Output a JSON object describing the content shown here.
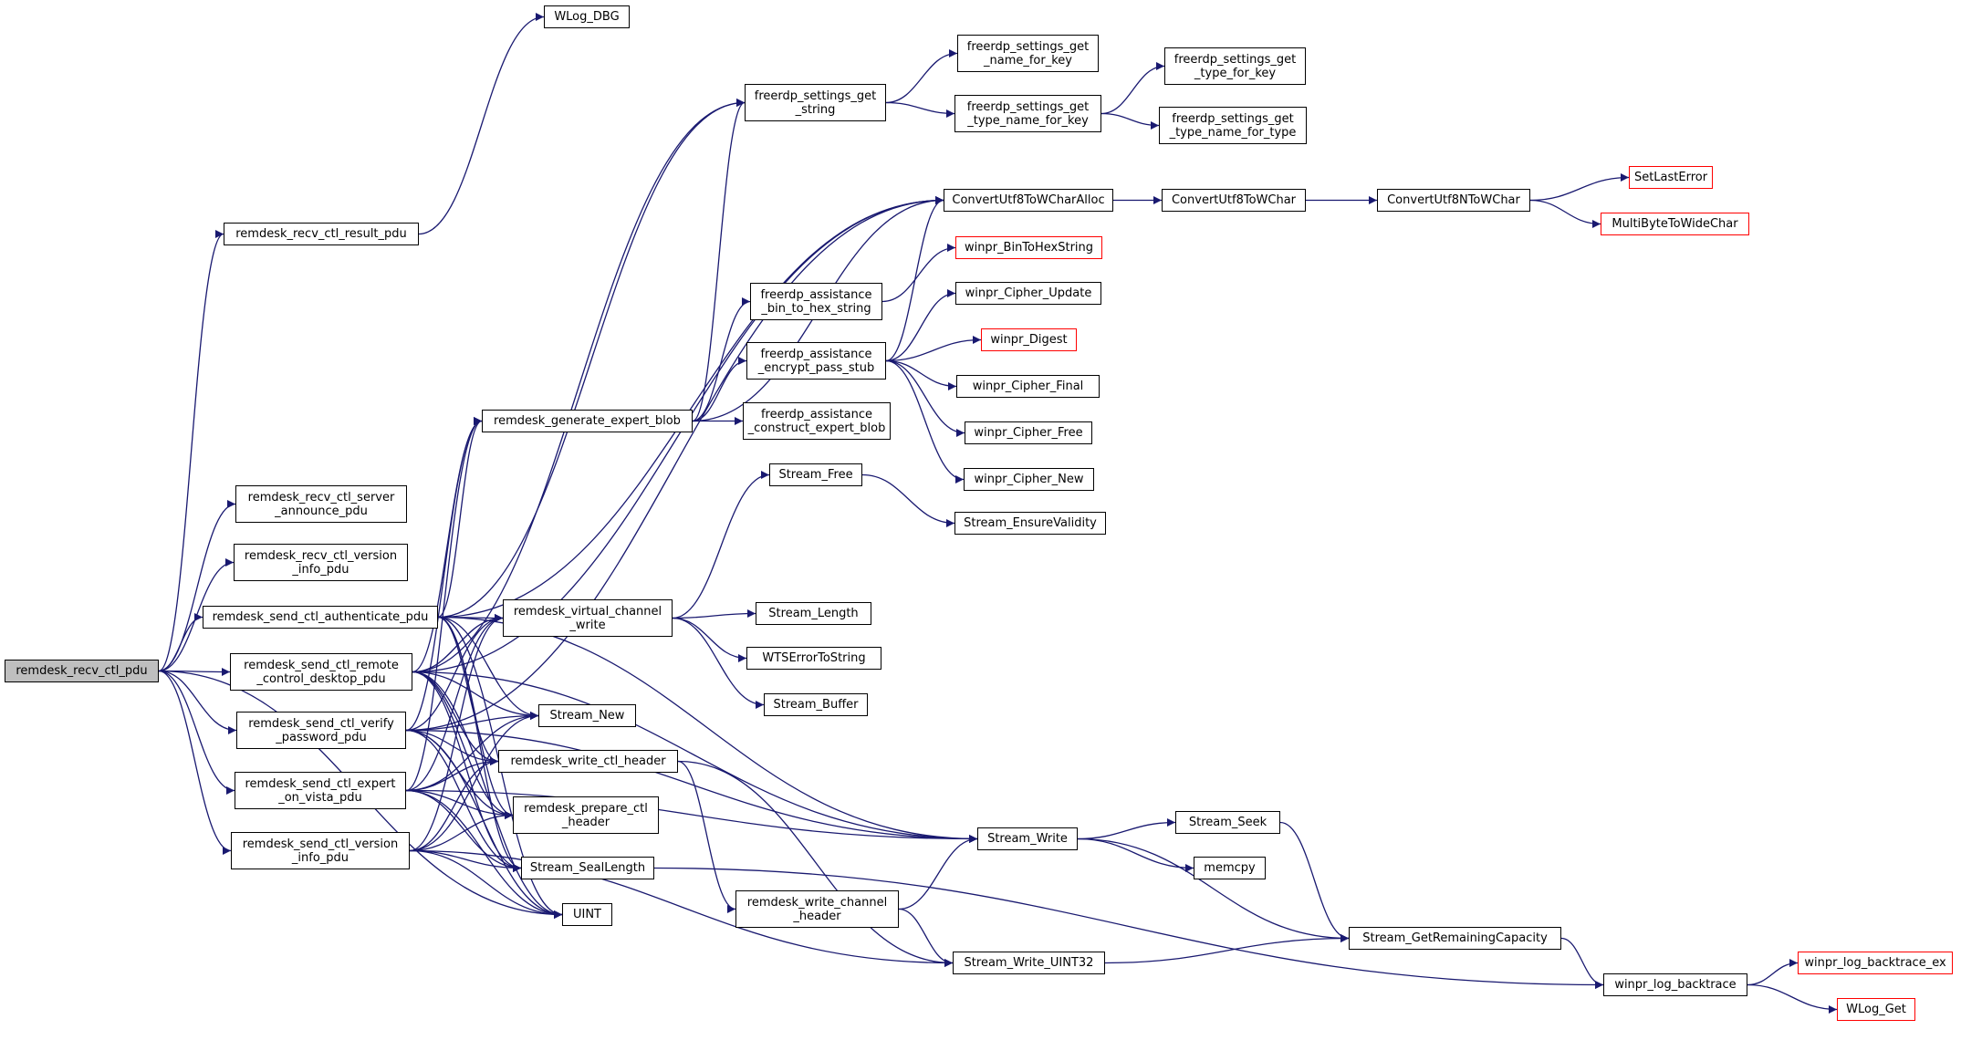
{
  "diagram": {
    "edge_color": "#191970",
    "truncated_border_color": "#ff0000",
    "root_fill": "#bfbfbf",
    "nodes": [
      {
        "id": "remdesk_recv_ctl_pdu",
        "label": "remdesk_recv_ctl_pdu",
        "style": "root"
      },
      {
        "id": "WLog_DBG",
        "label": "WLog_DBG"
      },
      {
        "id": "remdesk_recv_ctl_result_pdu",
        "label": "remdesk_recv_ctl_result_pdu"
      },
      {
        "id": "freerdp_settings_get_name_for_key",
        "label": "freerdp_settings_get\n_name_for_key"
      },
      {
        "id": "freerdp_settings_get_type_for_key",
        "label": "freerdp_settings_get\n_type_for_key"
      },
      {
        "id": "freerdp_settings_get_string",
        "label": "freerdp_settings_get\n_string"
      },
      {
        "id": "freerdp_settings_get_type_name_for_key",
        "label": "freerdp_settings_get\n_type_name_for_key"
      },
      {
        "id": "freerdp_settings_get_type_name_for_type",
        "label": "freerdp_settings_get\n_type_name_for_type"
      },
      {
        "id": "SetLastError",
        "label": "SetLastError",
        "style": "trunc"
      },
      {
        "id": "ConvertUtf8ToWCharAlloc",
        "label": "ConvertUtf8ToWCharAlloc"
      },
      {
        "id": "ConvertUtf8ToWChar",
        "label": "ConvertUtf8ToWChar"
      },
      {
        "id": "ConvertUtf8NToWChar",
        "label": "ConvertUtf8NToWChar"
      },
      {
        "id": "MultiByteToWideChar",
        "label": "MultiByteToWideChar",
        "style": "trunc"
      },
      {
        "id": "winpr_BinToHexString",
        "label": "winpr_BinToHexString",
        "style": "trunc"
      },
      {
        "id": "freerdp_assistance_bin_to_hex_string",
        "label": "freerdp_assistance\n_bin_to_hex_string"
      },
      {
        "id": "winpr_Cipher_Update",
        "label": "winpr_Cipher_Update"
      },
      {
        "id": "winpr_Digest",
        "label": "winpr_Digest",
        "style": "trunc"
      },
      {
        "id": "freerdp_assistance_encrypt_pass_stub",
        "label": "freerdp_assistance\n_encrypt_pass_stub"
      },
      {
        "id": "winpr_Cipher_Final",
        "label": "winpr_Cipher_Final"
      },
      {
        "id": "remdesk_generate_expert_blob",
        "label": "remdesk_generate_expert_blob"
      },
      {
        "id": "freerdp_assistance_construct_expert_blob",
        "label": "freerdp_assistance\n_construct_expert_blob"
      },
      {
        "id": "winpr_Cipher_Free",
        "label": "winpr_Cipher_Free"
      },
      {
        "id": "winpr_Cipher_New",
        "label": "winpr_Cipher_New"
      },
      {
        "id": "Stream_Free",
        "label": "Stream_Free"
      },
      {
        "id": "remdesk_recv_ctl_server_announce_pdu",
        "label": "remdesk_recv_ctl_server\n_announce_pdu"
      },
      {
        "id": "Stream_EnsureValidity",
        "label": "Stream_EnsureValidity"
      },
      {
        "id": "remdesk_recv_ctl_version_info_pdu",
        "label": "remdesk_recv_ctl_version\n_info_pdu"
      },
      {
        "id": "remdesk_send_ctl_authenticate_pdu",
        "label": "remdesk_send_ctl_authenticate_pdu"
      },
      {
        "id": "remdesk_virtual_channel_write",
        "label": "remdesk_virtual_channel\n_write"
      },
      {
        "id": "Stream_Length",
        "label": "Stream_Length"
      },
      {
        "id": "WTSErrorToString",
        "label": "WTSErrorToString"
      },
      {
        "id": "remdesk_send_ctl_remote_control_desktop_pdu",
        "label": "remdesk_send_ctl_remote\n_control_desktop_pdu"
      },
      {
        "id": "Stream_Buffer",
        "label": "Stream_Buffer"
      },
      {
        "id": "remdesk_send_ctl_verify_password_pdu",
        "label": "remdesk_send_ctl_verify\n_password_pdu"
      },
      {
        "id": "Stream_New",
        "label": "Stream_New"
      },
      {
        "id": "remdesk_write_ctl_header",
        "label": "remdesk_write_ctl_header"
      },
      {
        "id": "remdesk_send_ctl_expert_on_vista_pdu",
        "label": "remdesk_send_ctl_expert\n_on_vista_pdu"
      },
      {
        "id": "remdesk_prepare_ctl_header",
        "label": "remdesk_prepare_ctl\n_header"
      },
      {
        "id": "Stream_Seek",
        "label": "Stream_Seek"
      },
      {
        "id": "remdesk_send_ctl_version_info_pdu",
        "label": "remdesk_send_ctl_version\n_info_pdu"
      },
      {
        "id": "Stream_Write",
        "label": "Stream_Write"
      },
      {
        "id": "memcpy",
        "label": "memcpy"
      },
      {
        "id": "Stream_SealLength",
        "label": "Stream_SealLength"
      },
      {
        "id": "remdesk_write_channel_header",
        "label": "remdesk_write_channel\n_header"
      },
      {
        "id": "UINT",
        "label": "UINT"
      },
      {
        "id": "Stream_GetRemainingCapacity",
        "label": "Stream_GetRemainingCapacity"
      },
      {
        "id": "winpr_log_backtrace_ex",
        "label": "winpr_log_backtrace_ex",
        "style": "trunc"
      },
      {
        "id": "Stream_Write_UINT32",
        "label": "Stream_Write_UINT32"
      },
      {
        "id": "winpr_log_backtrace",
        "label": "winpr_log_backtrace"
      },
      {
        "id": "WLog_Get",
        "label": "WLog_Get",
        "style": "trunc"
      }
    ],
    "edges": [
      [
        "remdesk_recv_ctl_pdu",
        "remdesk_recv_ctl_result_pdu"
      ],
      [
        "remdesk_recv_ctl_pdu",
        "remdesk_recv_ctl_server_announce_pdu"
      ],
      [
        "remdesk_recv_ctl_pdu",
        "remdesk_recv_ctl_version_info_pdu"
      ],
      [
        "remdesk_recv_ctl_pdu",
        "remdesk_send_ctl_authenticate_pdu"
      ],
      [
        "remdesk_recv_ctl_pdu",
        "remdesk_send_ctl_remote_control_desktop_pdu"
      ],
      [
        "remdesk_recv_ctl_pdu",
        "remdesk_send_ctl_verify_password_pdu"
      ],
      [
        "remdesk_recv_ctl_pdu",
        "remdesk_send_ctl_expert_on_vista_pdu"
      ],
      [
        "remdesk_recv_ctl_pdu",
        "remdesk_send_ctl_version_info_pdu"
      ],
      [
        "remdesk_recv_ctl_pdu",
        "UINT"
      ],
      [
        "remdesk_recv_ctl_result_pdu",
        "WLog_DBG"
      ],
      [
        "remdesk_send_ctl_authenticate_pdu",
        "freerdp_settings_get_string"
      ],
      [
        "remdesk_send_ctl_authenticate_pdu",
        "ConvertUtf8ToWCharAlloc"
      ],
      [
        "remdesk_send_ctl_authenticate_pdu",
        "remdesk_generate_expert_blob"
      ],
      [
        "remdesk_send_ctl_authenticate_pdu",
        "remdesk_virtual_channel_write"
      ],
      [
        "remdesk_send_ctl_authenticate_pdu",
        "Stream_New"
      ],
      [
        "remdesk_send_ctl_authenticate_pdu",
        "remdesk_write_ctl_header"
      ],
      [
        "remdesk_send_ctl_authenticate_pdu",
        "remdesk_prepare_ctl_header"
      ],
      [
        "remdesk_send_ctl_authenticate_pdu",
        "Stream_SealLength"
      ],
      [
        "remdesk_send_ctl_authenticate_pdu",
        "Stream_Write"
      ],
      [
        "remdesk_send_ctl_authenticate_pdu",
        "UINT"
      ],
      [
        "remdesk_send_ctl_remote_control_desktop_pdu",
        "freerdp_settings_get_string"
      ],
      [
        "remdesk_send_ctl_remote_control_desktop_pdu",
        "ConvertUtf8ToWCharAlloc"
      ],
      [
        "remdesk_send_ctl_remote_control_desktop_pdu",
        "remdesk_generate_expert_blob"
      ],
      [
        "remdesk_send_ctl_remote_control_desktop_pdu",
        "remdesk_virtual_channel_write"
      ],
      [
        "remdesk_send_ctl_remote_control_desktop_pdu",
        "Stream_New"
      ],
      [
        "remdesk_send_ctl_remote_control_desktop_pdu",
        "remdesk_write_ctl_header"
      ],
      [
        "remdesk_send_ctl_remote_control_desktop_pdu",
        "remdesk_prepare_ctl_header"
      ],
      [
        "remdesk_send_ctl_remote_control_desktop_pdu",
        "Stream_SealLength"
      ],
      [
        "remdesk_send_ctl_remote_control_desktop_pdu",
        "Stream_Write"
      ],
      [
        "remdesk_send_ctl_remote_control_desktop_pdu",
        "UINT"
      ],
      [
        "remdesk_send_ctl_verify_password_pdu",
        "ConvertUtf8ToWCharAlloc"
      ],
      [
        "remdesk_send_ctl_verify_password_pdu",
        "remdesk_generate_expert_blob"
      ],
      [
        "remdesk_send_ctl_verify_password_pdu",
        "remdesk_virtual_channel_write"
      ],
      [
        "remdesk_send_ctl_verify_password_pdu",
        "Stream_New"
      ],
      [
        "remdesk_send_ctl_verify_password_pdu",
        "remdesk_write_ctl_header"
      ],
      [
        "remdesk_send_ctl_verify_password_pdu",
        "remdesk_prepare_ctl_header"
      ],
      [
        "remdesk_send_ctl_verify_password_pdu",
        "Stream_SealLength"
      ],
      [
        "remdesk_send_ctl_verify_password_pdu",
        "Stream_Write"
      ],
      [
        "remdesk_send_ctl_verify_password_pdu",
        "UINT"
      ],
      [
        "remdesk_send_ctl_expert_on_vista_pdu",
        "remdesk_generate_expert_blob"
      ],
      [
        "remdesk_send_ctl_expert_on_vista_pdu",
        "remdesk_virtual_channel_write"
      ],
      [
        "remdesk_send_ctl_expert_on_vista_pdu",
        "Stream_New"
      ],
      [
        "remdesk_send_ctl_expert_on_vista_pdu",
        "remdesk_write_ctl_header"
      ],
      [
        "remdesk_send_ctl_expert_on_vista_pdu",
        "remdesk_prepare_ctl_header"
      ],
      [
        "remdesk_send_ctl_expert_on_vista_pdu",
        "Stream_SealLength"
      ],
      [
        "remdesk_send_ctl_expert_on_vista_pdu",
        "Stream_Write"
      ],
      [
        "remdesk_send_ctl_expert_on_vista_pdu",
        "UINT"
      ],
      [
        "remdesk_send_ctl_version_info_pdu",
        "remdesk_virtual_channel_write"
      ],
      [
        "remdesk_send_ctl_version_info_pdu",
        "Stream_New"
      ],
      [
        "remdesk_send_ctl_version_info_pdu",
        "remdesk_write_ctl_header"
      ],
      [
        "remdesk_send_ctl_version_info_pdu",
        "remdesk_prepare_ctl_header"
      ],
      [
        "remdesk_send_ctl_version_info_pdu",
        "Stream_SealLength"
      ],
      [
        "remdesk_send_ctl_version_info_pdu",
        "Stream_Write_UINT32"
      ],
      [
        "remdesk_send_ctl_version_info_pdu",
        "UINT"
      ],
      [
        "freerdp_settings_get_string",
        "freerdp_settings_get_name_for_key"
      ],
      [
        "freerdp_settings_get_string",
        "freerdp_settings_get_type_name_for_key"
      ],
      [
        "freerdp_settings_get_type_name_for_key",
        "freerdp_settings_get_type_for_key"
      ],
      [
        "freerdp_settings_get_type_name_for_key",
        "freerdp_settings_get_type_name_for_type"
      ],
      [
        "ConvertUtf8ToWCharAlloc",
        "ConvertUtf8ToWChar"
      ],
      [
        "ConvertUtf8ToWChar",
        "ConvertUtf8NToWChar"
      ],
      [
        "ConvertUtf8NToWChar",
        "SetLastError"
      ],
      [
        "ConvertUtf8NToWChar",
        "MultiByteToWideChar"
      ],
      [
        "remdesk_generate_expert_blob",
        "freerdp_settings_get_string"
      ],
      [
        "remdesk_generate_expert_blob",
        "ConvertUtf8ToWCharAlloc"
      ],
      [
        "remdesk_generate_expert_blob",
        "freerdp_assistance_bin_to_hex_string"
      ],
      [
        "remdesk_generate_expert_blob",
        "freerdp_assistance_encrypt_pass_stub"
      ],
      [
        "remdesk_generate_expert_blob",
        "freerdp_assistance_construct_expert_blob"
      ],
      [
        "freerdp_assistance_bin_to_hex_string",
        "winpr_BinToHexString"
      ],
      [
        "freerdp_assistance_encrypt_pass_stub",
        "ConvertUtf8ToWCharAlloc"
      ],
      [
        "freerdp_assistance_encrypt_pass_stub",
        "winpr_Cipher_Update"
      ],
      [
        "freerdp_assistance_encrypt_pass_stub",
        "winpr_Digest"
      ],
      [
        "freerdp_assistance_encrypt_pass_stub",
        "winpr_Cipher_Final"
      ],
      [
        "freerdp_assistance_encrypt_pass_stub",
        "winpr_Cipher_Free"
      ],
      [
        "freerdp_assistance_encrypt_pass_stub",
        "winpr_Cipher_New"
      ],
      [
        "remdesk_virtual_channel_write",
        "Stream_Free"
      ],
      [
        "remdesk_virtual_channel_write",
        "Stream_Length"
      ],
      [
        "remdesk_virtual_channel_write",
        "WTSErrorToString"
      ],
      [
        "remdesk_virtual_channel_write",
        "Stream_Buffer"
      ],
      [
        "Stream_Free",
        "Stream_EnsureValidity"
      ],
      [
        "remdesk_write_ctl_header",
        "remdesk_write_channel_header"
      ],
      [
        "remdesk_write_ctl_header",
        "Stream_Write_UINT32"
      ],
      [
        "remdesk_write_channel_header",
        "Stream_Write"
      ],
      [
        "remdesk_write_channel_header",
        "Stream_Write_UINT32"
      ],
      [
        "Stream_SealLength",
        "winpr_log_backtrace"
      ],
      [
        "Stream_Write",
        "Stream_Seek"
      ],
      [
        "Stream_Write",
        "memcpy"
      ],
      [
        "Stream_Write",
        "Stream_GetRemainingCapacity"
      ],
      [
        "Stream_Seek",
        "Stream_GetRemainingCapacity"
      ],
      [
        "Stream_Write_UINT32",
        "Stream_GetRemainingCapacity"
      ],
      [
        "Stream_GetRemainingCapacity",
        "winpr_log_backtrace"
      ],
      [
        "winpr_log_backtrace",
        "winpr_log_backtrace_ex"
      ],
      [
        "winpr_log_backtrace",
        "WLog_Get"
      ]
    ]
  }
}
